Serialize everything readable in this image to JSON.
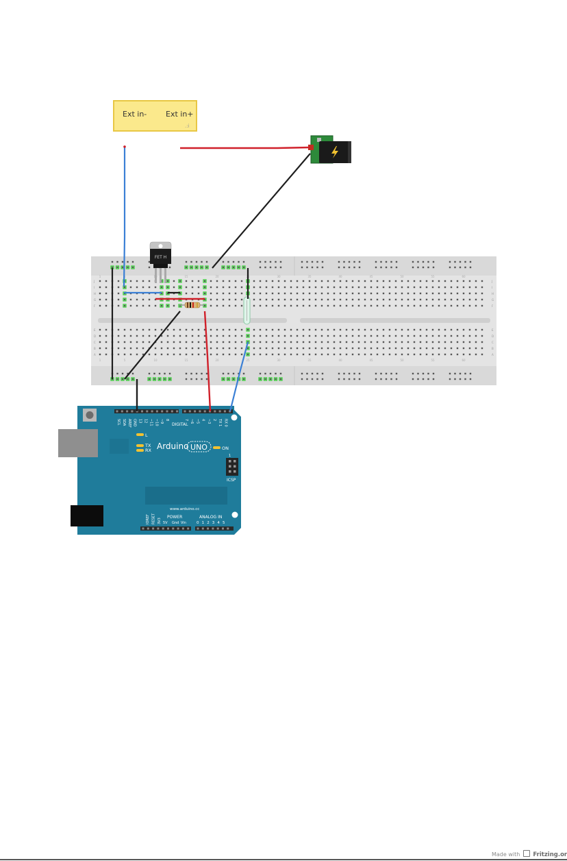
{
  "power_label": {
    "minus": "Ext in-",
    "plus": "Ext in+"
  },
  "regulator": {
    "marking": "FET H"
  },
  "breadboard": {
    "row_letters_top": [
      "J",
      "I",
      "H",
      "G",
      "F"
    ],
    "row_letters_bottom": [
      "E",
      "D",
      "C",
      "B",
      "A"
    ],
    "column_numbers": [
      "1",
      "5",
      "10",
      "15",
      "20",
      "25",
      "30",
      "35",
      "40",
      "45",
      "50",
      "55",
      "60"
    ]
  },
  "arduino": {
    "brand": "Arduino",
    "model": "UNO",
    "url": "www.arduino.cc",
    "on_label": "ON",
    "led_l": "L",
    "led_tx": "TX",
    "led_rx": "RX",
    "icsp": "ICSP",
    "icsp_pin": "1",
    "digital_label": "DIGITAL",
    "power_label": "POWER",
    "analog_label": "ANALOG IN",
    "header_left_labels": [
      "SCL",
      "SDA",
      "AREF",
      "GND",
      "13",
      "12",
      "~11",
      "~10",
      "~9",
      "8"
    ],
    "header_right_labels": [
      "7",
      "~6",
      "~5",
      "4",
      "~3",
      "2",
      "TX 1",
      "RX 0"
    ],
    "power_pin_labels": [
      "IOREF",
      "RESET",
      "3V3",
      "5V",
      "Gnd",
      "Vin"
    ],
    "analog_pin_labels": [
      "0",
      "1",
      "2",
      "3",
      "4",
      "5"
    ]
  },
  "footer": {
    "prefix": "Made with",
    "brand": "Fritzing.org"
  },
  "colors": {
    "wire_red": "#d0202a",
    "wire_blue": "#3a7fd5",
    "wire_black": "#1e1e1e",
    "arduino_board": "#1f7c9b",
    "breadboard": "#e4e4e4",
    "label_fill": "#fbe98c"
  }
}
